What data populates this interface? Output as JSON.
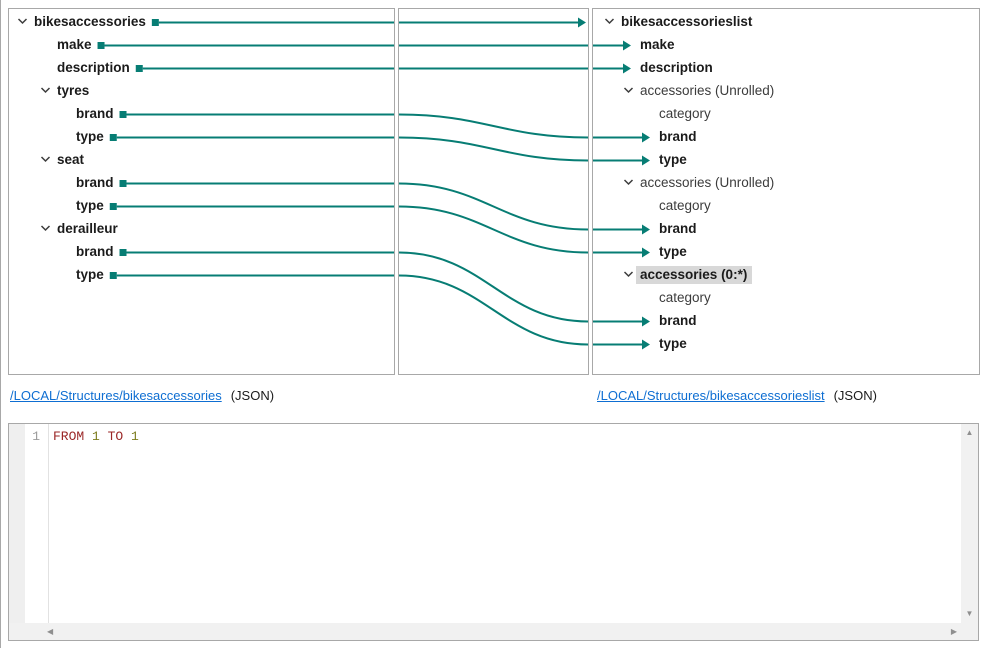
{
  "colors": {
    "connector": "#077d74",
    "panel_border": "#a8a8a8",
    "selected_bg": "#d8d8d8",
    "link": "#0e6ed2",
    "keyword": "#9a2626",
    "number": "#7d7d1f",
    "line_number": "#9b9b9b",
    "scroll_arrow": "#8f8f8f"
  },
  "left_tree": {
    "source_path": "/LOCAL/Structures/bikesaccessories",
    "format_label": "(JSON)",
    "nodes": [
      {
        "label": "bikesaccessories",
        "level": 0,
        "bold": true,
        "chevron": true,
        "stub": true
      },
      {
        "label": "make",
        "level": 1,
        "bold": true,
        "chevron": false,
        "stub": true
      },
      {
        "label": "description",
        "level": 1,
        "bold": true,
        "chevron": false,
        "stub": true
      },
      {
        "label": "tyres",
        "level": 1,
        "bold": true,
        "chevron": true,
        "stub": false
      },
      {
        "label": "brand",
        "level": 2,
        "bold": true,
        "chevron": false,
        "stub": true
      },
      {
        "label": "type",
        "level": 2,
        "bold": true,
        "chevron": false,
        "stub": true
      },
      {
        "label": "seat",
        "level": 1,
        "bold": true,
        "chevron": true,
        "stub": false
      },
      {
        "label": "brand",
        "level": 2,
        "bold": true,
        "chevron": false,
        "stub": true
      },
      {
        "label": "type",
        "level": 2,
        "bold": true,
        "chevron": false,
        "stub": true
      },
      {
        "label": "derailleur",
        "level": 1,
        "bold": true,
        "chevron": true,
        "stub": false
      },
      {
        "label": "brand",
        "level": 2,
        "bold": true,
        "chevron": false,
        "stub": true
      },
      {
        "label": "type",
        "level": 2,
        "bold": true,
        "chevron": false,
        "stub": true
      }
    ]
  },
  "right_tree": {
    "source_path": "/LOCAL/Structures/bikesaccessorieslist",
    "format_label": "(JSON)",
    "nodes": [
      {
        "label": "bikesaccessorieslist",
        "level": 0,
        "bold": true,
        "chevron": true,
        "arrow": false,
        "selected": false
      },
      {
        "label": "make",
        "level": 1,
        "bold": true,
        "chevron": false,
        "arrow": true,
        "selected": false
      },
      {
        "label": "description",
        "level": 1,
        "bold": true,
        "chevron": false,
        "arrow": true,
        "selected": false
      },
      {
        "label": "accessories (Unrolled)",
        "level": 1,
        "bold": false,
        "chevron": true,
        "arrow": false,
        "selected": false
      },
      {
        "label": "category",
        "level": 2,
        "bold": false,
        "chevron": false,
        "arrow": false,
        "selected": false
      },
      {
        "label": "brand",
        "level": 2,
        "bold": true,
        "chevron": false,
        "arrow": true,
        "selected": false
      },
      {
        "label": "type",
        "level": 2,
        "bold": true,
        "chevron": false,
        "arrow": true,
        "selected": false
      },
      {
        "label": "accessories (Unrolled)",
        "level": 1,
        "bold": false,
        "chevron": true,
        "arrow": false,
        "selected": false
      },
      {
        "label": "category",
        "level": 2,
        "bold": false,
        "chevron": false,
        "arrow": false,
        "selected": false
      },
      {
        "label": "brand",
        "level": 2,
        "bold": true,
        "chevron": false,
        "arrow": true,
        "selected": false
      },
      {
        "label": "type",
        "level": 2,
        "bold": true,
        "chevron": false,
        "arrow": true,
        "selected": false
      },
      {
        "label": "accessories (0:*)",
        "level": 1,
        "bold": true,
        "chevron": true,
        "arrow": false,
        "selected": true
      },
      {
        "label": "category",
        "level": 2,
        "bold": false,
        "chevron": false,
        "arrow": false,
        "selected": false
      },
      {
        "label": "brand",
        "level": 2,
        "bold": true,
        "chevron": false,
        "arrow": true,
        "selected": false
      },
      {
        "label": "type",
        "level": 2,
        "bold": true,
        "chevron": false,
        "arrow": true,
        "selected": false
      }
    ]
  },
  "connections": [
    {
      "from": 0,
      "to": 0,
      "root": true
    },
    {
      "from": 1,
      "to": 1,
      "root": false
    },
    {
      "from": 2,
      "to": 2,
      "root": false
    },
    {
      "from": 4,
      "to": 5,
      "root": false
    },
    {
      "from": 5,
      "to": 6,
      "root": false
    },
    {
      "from": 7,
      "to": 9,
      "root": false
    },
    {
      "from": 8,
      "to": 10,
      "root": false
    },
    {
      "from": 10,
      "to": 13,
      "root": false
    },
    {
      "from": 11,
      "to": 14,
      "root": false
    }
  ],
  "editor": {
    "lines": [
      {
        "number": "1",
        "tokens": [
          {
            "text": "FROM ",
            "type": "keyword"
          },
          {
            "text": "1",
            "type": "number"
          },
          {
            "text": " TO ",
            "type": "keyword"
          },
          {
            "text": "1",
            "type": "number"
          }
        ]
      }
    ]
  },
  "icons": {
    "scroll_up": "▲",
    "scroll_down": "▼",
    "scroll_left": "◀",
    "scroll_right": "▶"
  }
}
